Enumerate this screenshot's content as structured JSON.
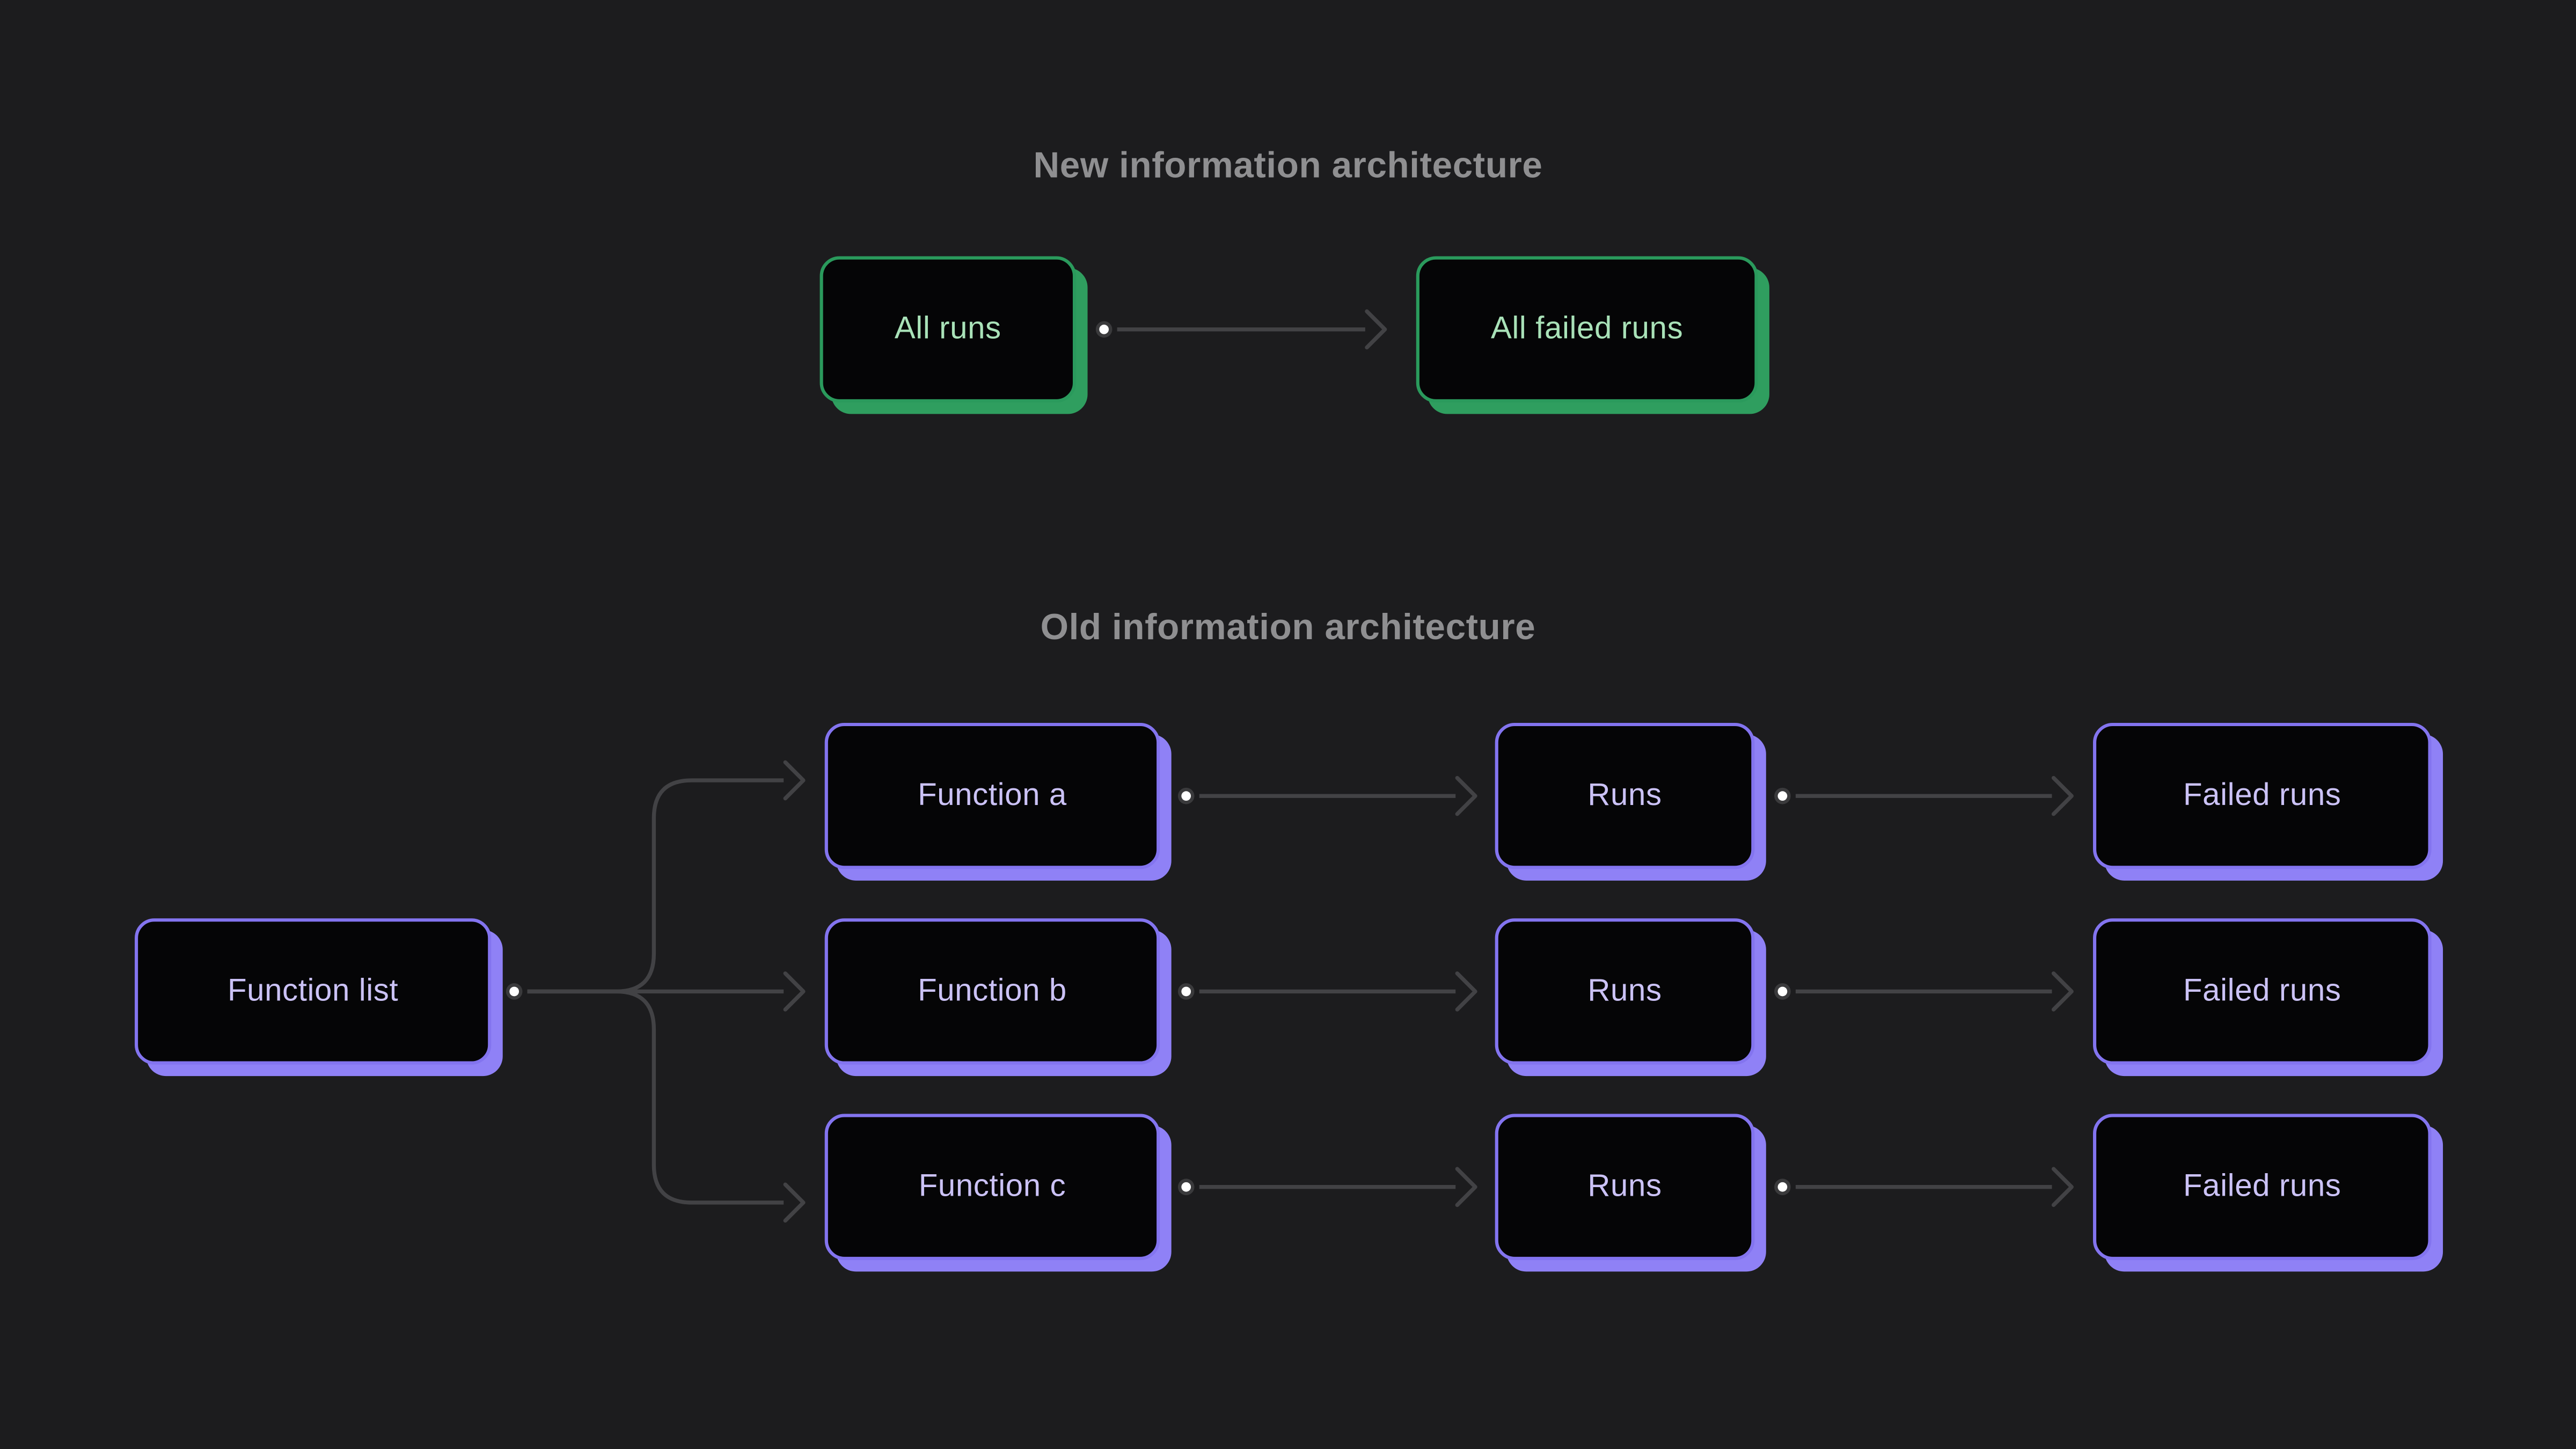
{
  "colors": {
    "bg": "#1c1c1e",
    "node_fill": "#050506",
    "green_border": "#2a9a5c",
    "green_shadow": "#2f9e5f",
    "green_text": "#a9e2b8",
    "purple_border": "#8374ef",
    "purple_shadow": "#8f81f6",
    "purple_text": "#cbc2f6",
    "title_text": "#8f8f91",
    "connector": "#424245",
    "dot_ring": "#3a3a3c",
    "dot_fill": "#ffffff"
  },
  "new_section": {
    "title": "New information architecture",
    "nodes": [
      {
        "id": "all-runs",
        "label": "All runs"
      },
      {
        "id": "all-failed-runs",
        "label": "All failed runs"
      }
    ]
  },
  "old_section": {
    "title": "Old information architecture",
    "root": {
      "label": "Function list"
    },
    "rows": [
      {
        "function": "Function a",
        "runs": "Runs",
        "failed_runs": "Failed runs"
      },
      {
        "function": "Function b",
        "runs": "Runs",
        "failed_runs": "Failed runs"
      },
      {
        "function": "Function c",
        "runs": "Runs",
        "failed_runs": "Failed runs"
      }
    ]
  }
}
